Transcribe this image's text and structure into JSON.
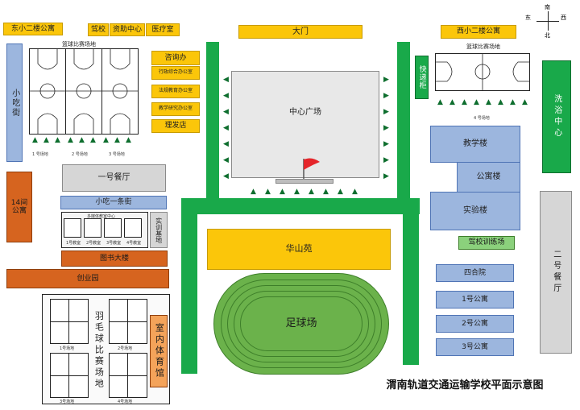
{
  "map_title": "渭南轨道交通运输学校平面示意图",
  "compass": {
    "north": "南",
    "south": "北",
    "east": "西",
    "west": "东"
  },
  "top_left": {
    "east_dorm2": "东小二楼公寓",
    "driving_school": "驾校",
    "aid_center": "资助中心",
    "clinic": "医疗室",
    "snack_street": "小吃街",
    "basketball_title": "篮球比赛场地",
    "court1": "1 号场地",
    "court2": "2 号场地",
    "court3": "3 号场地"
  },
  "admin_column": {
    "consulting": "咨询办",
    "admin_office": "行政综合办公室",
    "student_office": "法规教育办公室",
    "teaching_office": "教学研究办公室",
    "barber": "理发店"
  },
  "left_middle": {
    "dorm14": "14间公寓",
    "canteen1": "一号餐厅",
    "snack_lane": "小吃一条街",
    "hall_label": "多媒体教室中心",
    "room1": "1号教室",
    "room2": "2号教室",
    "room3": "3号教室",
    "room4": "4号教室",
    "training_base": "实训基地",
    "library": "图书大楼",
    "startup_park": "创业园"
  },
  "badminton": {
    "label": "羽毛球比赛场地",
    "court1": "1号场地",
    "court2": "2号场地",
    "court3": "3号场地",
    "court4": "4号场地",
    "indoor_gym": "室内体育馆"
  },
  "center": {
    "gate": "大门",
    "plaza": "中心广场",
    "huashan": "华山苑",
    "football": "足球场"
  },
  "right": {
    "west_dorm2": "西小二楼公寓",
    "basketball_title": "篮球比赛场地",
    "court4": "4 号场地",
    "express": "快递柜",
    "bath": "洗浴中心",
    "teaching_building": "教学楼",
    "apartment_building": "公寓楼",
    "lab_building": "实验楼",
    "driving_training": "驾校训练场",
    "siheyuan": "四合院",
    "dorm1": "1号公寓",
    "dorm2": "2号公寓",
    "dorm3": "3号公寓",
    "canteen2": "二号餐厅"
  },
  "colors": {
    "green": "#19a94a",
    "yellow": "#fbc60a",
    "blue": "#9cb6de",
    "orange": "#d6641f",
    "gray": "#d6d6d6",
    "field": "#6bb24b",
    "flag": "#e5252a"
  }
}
